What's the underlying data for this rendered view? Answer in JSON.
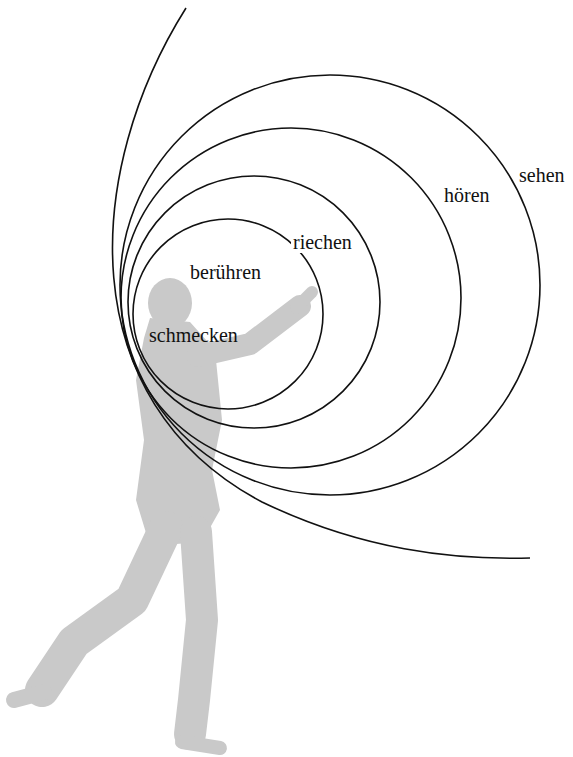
{
  "diagram": {
    "labels": [
      "sehen",
      "hören",
      "riechen",
      "berühren",
      "schmecken"
    ]
  }
}
